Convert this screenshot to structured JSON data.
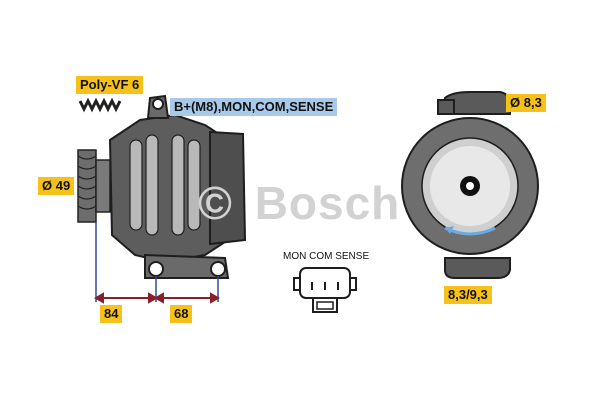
{
  "labels": {
    "pulley_type": "Poly-VF 6",
    "terminals": "B+(M8),MON,COM,SENSE",
    "pulley_diameter": "Ø 49",
    "mount_hole_diameter": "Ø 8,3",
    "dim_a": "84",
    "dim_b": "68",
    "bracket_holes": "8,3/9,3",
    "connector_pins": "MON COM SENSE"
  },
  "watermark": {
    "copyright": "©",
    "brand": "Bosch"
  },
  "colors": {
    "label_yellow": "#f6c21a",
    "label_blue": "#a9c9ea",
    "dimension_line": "#8a1f2b",
    "reference_line": "#2d4fa0",
    "body_dark": "#5a5a5a",
    "body_light": "#b8b8b8"
  }
}
